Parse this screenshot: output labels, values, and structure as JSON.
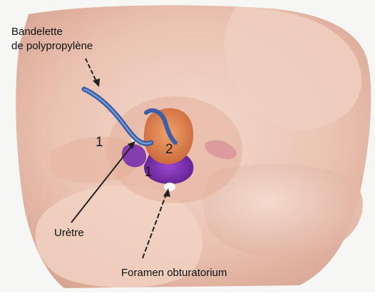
{
  "labels": {
    "strip_line1": "Bandelette",
    "strip_line2": "de polypropylène",
    "urethra": "Urètre",
    "obturator": "Foramen obturatorium"
  },
  "markers": {
    "left": "1",
    "center": "2",
    "lower": "1"
  },
  "colors": {
    "skin": "#edc9b9",
    "skin_shadow": "#d9a898",
    "tape": "#3a5fa8",
    "ischium_purple": "#7d2ab0",
    "bladder_orange": "#d8824a",
    "background": "#f6f6f5"
  }
}
